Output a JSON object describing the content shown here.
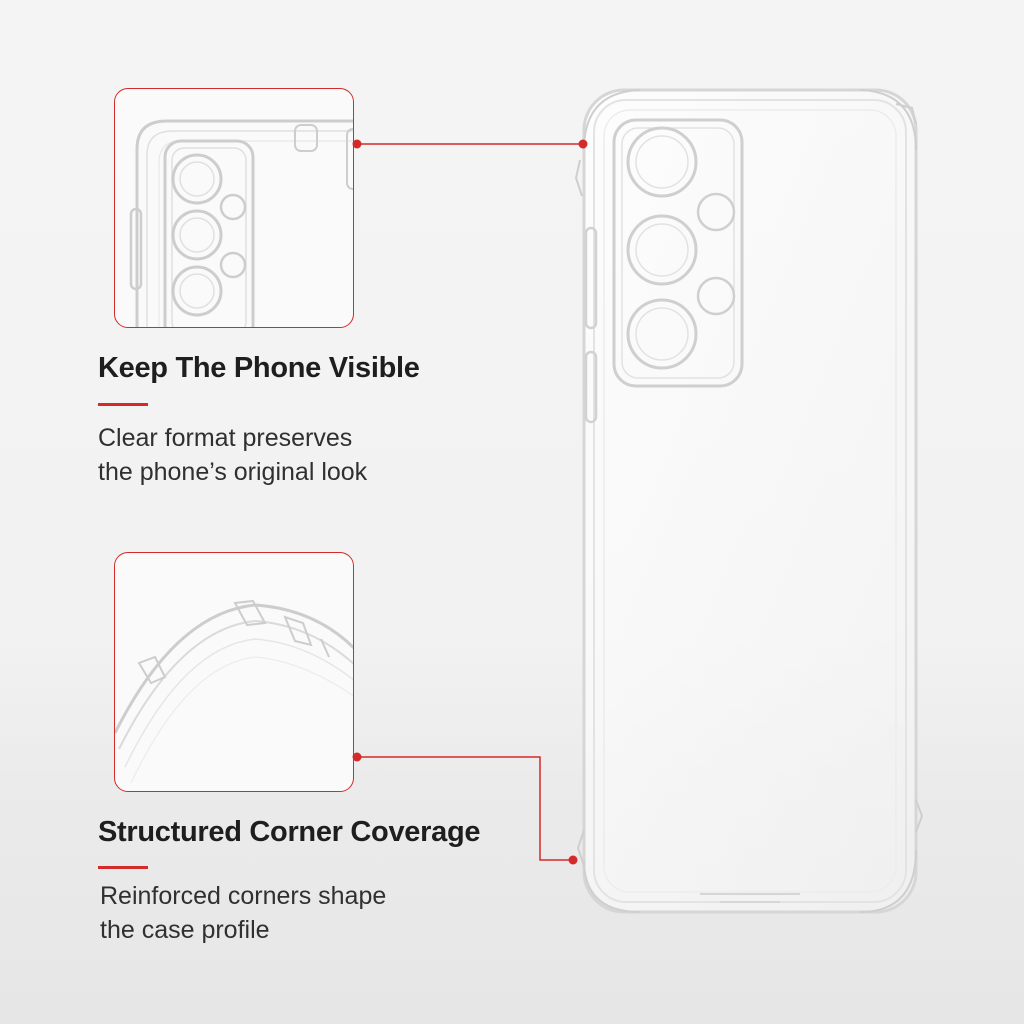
{
  "features": [
    {
      "title": "Keep The Phone Visible",
      "description_lines": [
        "Clear format preserves",
        "the phone’s original look"
      ]
    },
    {
      "title": "Structured Corner Coverage",
      "description_lines": [
        "Reinforced corners shape",
        "the case profile"
      ]
    }
  ],
  "colors": {
    "accent": "#d42a2a",
    "heading": "#1e1e1e",
    "body_text": "#303030",
    "background": "#f2f2f2"
  }
}
